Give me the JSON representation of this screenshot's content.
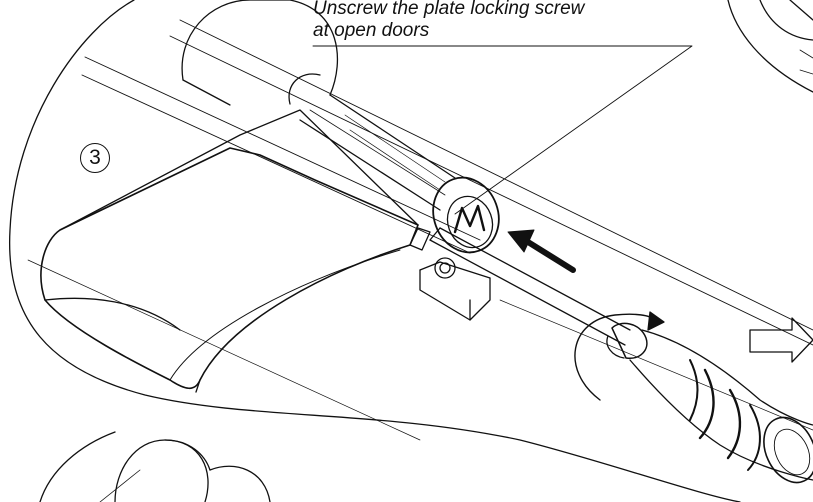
{
  "caption": {
    "line1": "Unscrew the plate locking screw",
    "line2": "at open doors"
  },
  "step_number": "3",
  "icons": {
    "insertion_arrow": "arrow-icon",
    "rotation_arrow": "rotate-icon",
    "next_step_arrow": "outline-arrow-icon",
    "brand_mark": "m-logo-icon"
  },
  "colors": {
    "line": "#111111",
    "background": "#ffffff"
  }
}
